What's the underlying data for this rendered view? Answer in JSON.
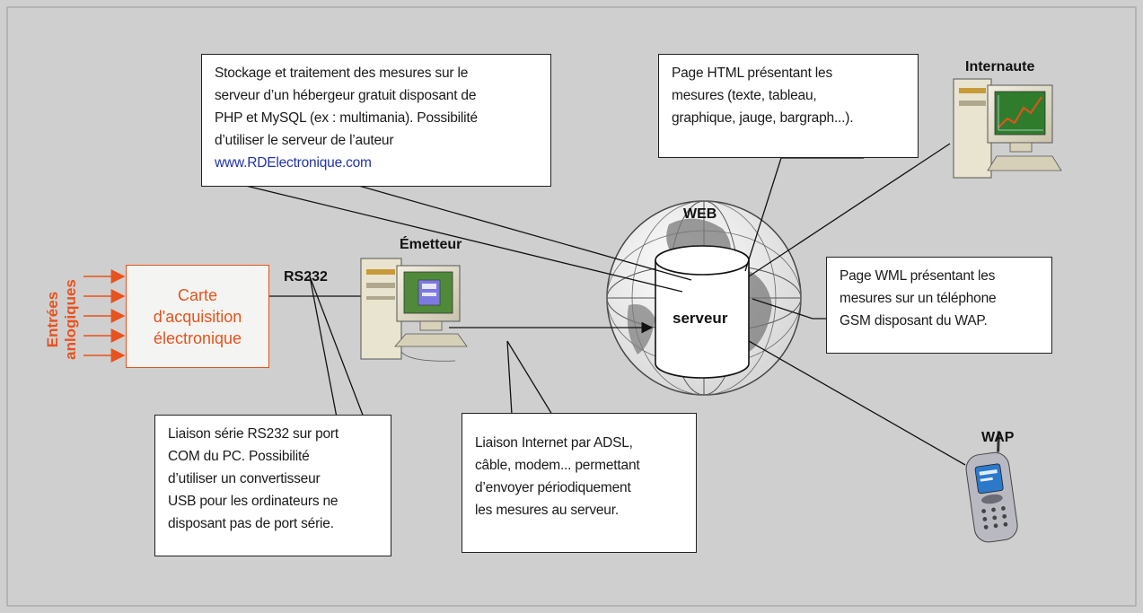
{
  "colors": {
    "accent_orange": "#e8521c",
    "link_blue": "#2233aa",
    "background": "#cfcfcf"
  },
  "inputs_label": {
    "line1": "Entrées",
    "line2": "anlogiques"
  },
  "acquisition_card": {
    "line1": "Carte",
    "line2": "d'acquisition",
    "line3": "électronique"
  },
  "labels": {
    "rs232": "RS232",
    "emitter": "Émetteur",
    "web": "WEB",
    "server": "serveur",
    "internaute": "Internaute",
    "wap": "WAP"
  },
  "callouts": {
    "storage": {
      "lines": [
        "Stockage et traitement des mesures sur le",
        "serveur d’un hébergeur gratuit disposant de",
        "PHP et MySQL (ex : multimania). Possibilité",
        "d’utiliser le serveur de l’auteur"
      ],
      "url": "www.RDElectronique.com"
    },
    "html_page": {
      "lines": [
        "Page HTML présentant les",
        "mesures (texte, tableau,",
        "graphique, jauge, bargraph...)."
      ]
    },
    "wml_page": {
      "lines": [
        "Page WML présentant les",
        "mesures sur un téléphone",
        "GSM disposant du WAP."
      ]
    },
    "rs232_link": {
      "lines": [
        "Liaison série RS232 sur port",
        "COM du PC. Possibilité",
        "d’utiliser un convertisseur",
        "USB pour les ordinateurs ne",
        "disposant pas de port série."
      ]
    },
    "internet_link": {
      "lines": [
        "Liaison Internet par ADSL,",
        "câble, modem... permettant",
        "d’envoyer périodiquement",
        "les mesures au serveur."
      ]
    }
  }
}
